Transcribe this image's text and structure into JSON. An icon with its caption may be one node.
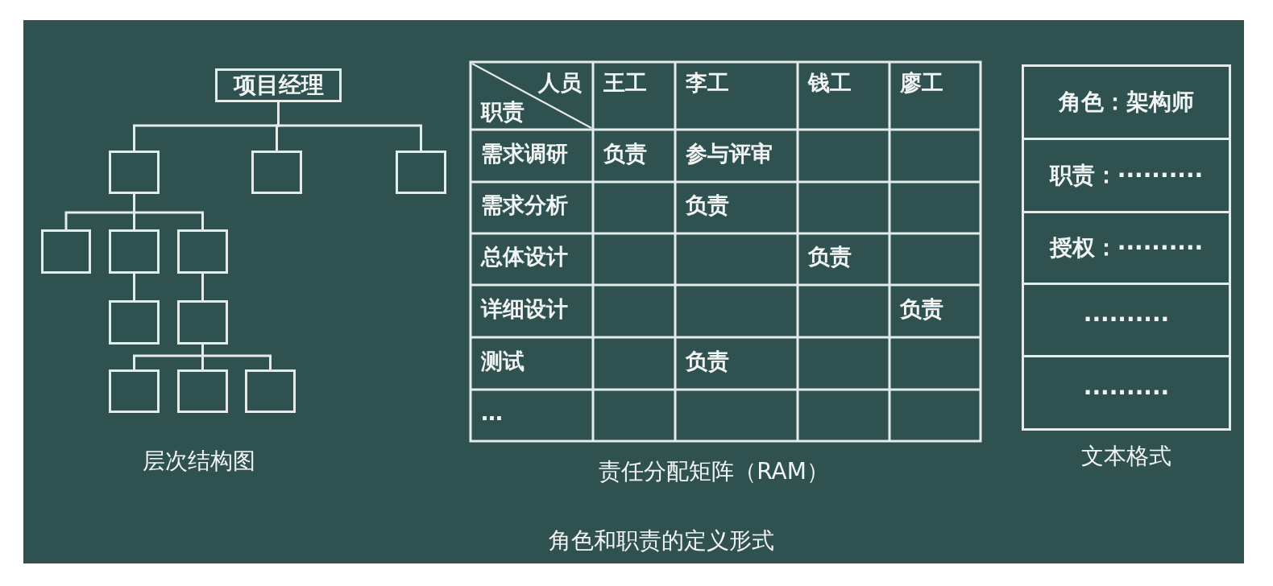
{
  "diagram": {
    "caption": "角色和职责的定义形式",
    "nodes": [
      {
        "text": [
          "项目经理"
        ]
      },
      {
        "text": [],
        "shape": "box"
      },
      {
        "text": [],
        "shape": "box"
      },
      {
        "text": [],
        "shape": "box"
      },
      {
        "text": [],
        "shape": "box"
      },
      {
        "text": [],
        "shape": "box"
      },
      {
        "text": [],
        "shape": "box"
      },
      {
        "text": [],
        "shape": "box"
      },
      {
        "text": [],
        "shape": "box"
      },
      {
        "text": [],
        "shape": "box"
      },
      {
        "text": [],
        "shape": "box"
      },
      {
        "text": [],
        "shape": "box"
      },
      {
        "text": [
          "角色：架构师"
        ]
      },
      {
        "text": [
          "职责：··········"
        ]
      },
      {
        "text": [
          "授权：··········"
        ]
      },
      {
        "text": [
          "··········"
        ]
      },
      {
        "text": [
          "··········"
        ]
      }
    ],
    "edges": [
      {
        "from": 0,
        "to": 1,
        "arrow": "none"
      },
      {
        "from": 0,
        "to": 2,
        "arrow": "none"
      },
      {
        "from": 0,
        "to": 3,
        "arrow": "none"
      },
      {
        "from": 1,
        "to": 4,
        "arrow": "none"
      },
      {
        "from": 1,
        "to": 5,
        "arrow": "none"
      },
      {
        "from": 1,
        "to": 6,
        "arrow": "none"
      },
      {
        "from": 5,
        "to": 7,
        "arrow": "none"
      },
      {
        "from": 6,
        "to": 8,
        "arrow": "none"
      },
      {
        "from": 8,
        "to": 9,
        "arrow": "none"
      },
      {
        "from": 8,
        "to": 10,
        "arrow": "none"
      },
      {
        "from": 8,
        "to": 11,
        "arrow": "none"
      }
    ],
    "labels": [
      "层次结构图",
      "人员",
      "职责",
      "王工",
      "李工",
      "钱工",
      "廖工",
      "需求调研",
      "负责",
      "参与评审",
      "需求分析",
      "负责",
      "总体设计",
      "负责",
      "详细设计",
      "负责",
      "测试",
      "负责",
      "…",
      "责任分配矩阵（RAM）",
      "文本格式"
    ]
  }
}
